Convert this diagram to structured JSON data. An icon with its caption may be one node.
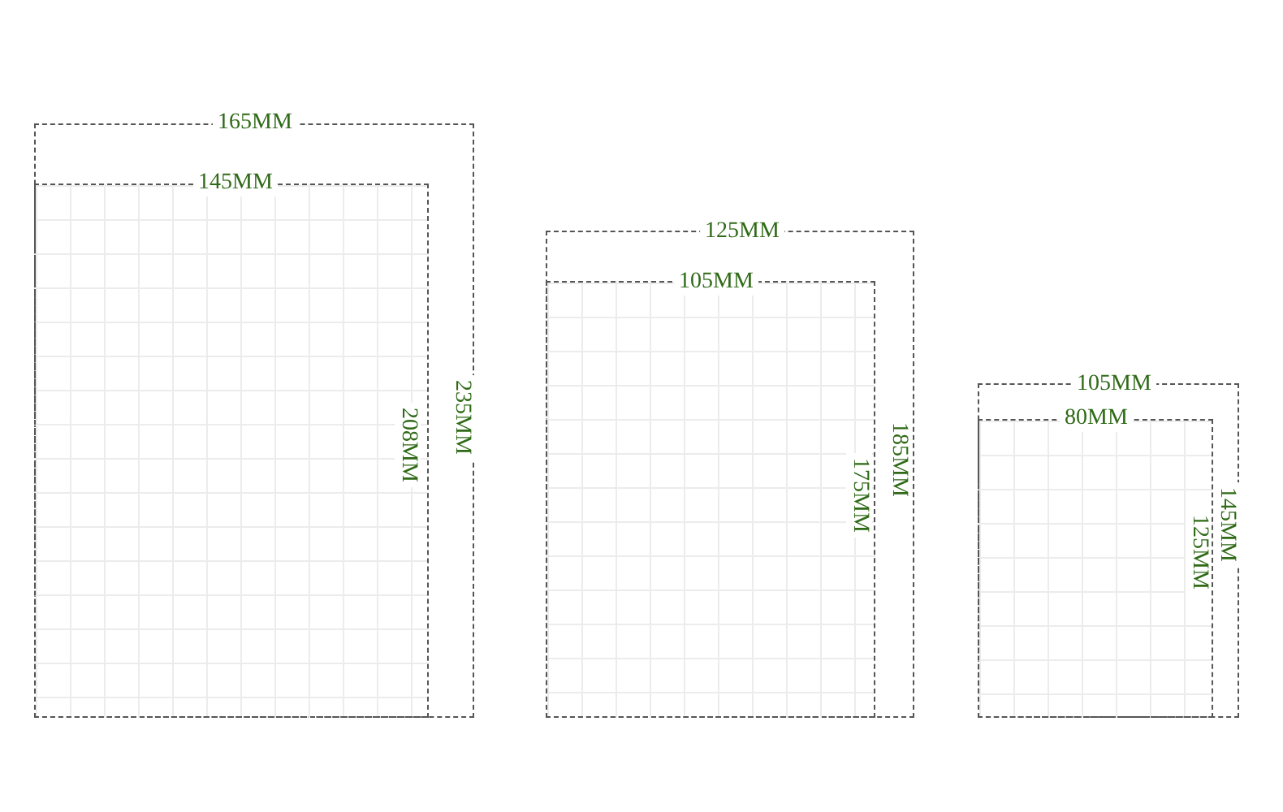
{
  "diagram": {
    "labels": [
      "165MM",
      "145MM",
      "235MM",
      "208MM",
      "125MM",
      "105MM",
      "185MM",
      "175MM",
      "105MM",
      "80MM",
      "145MM",
      "125MM"
    ]
  }
}
